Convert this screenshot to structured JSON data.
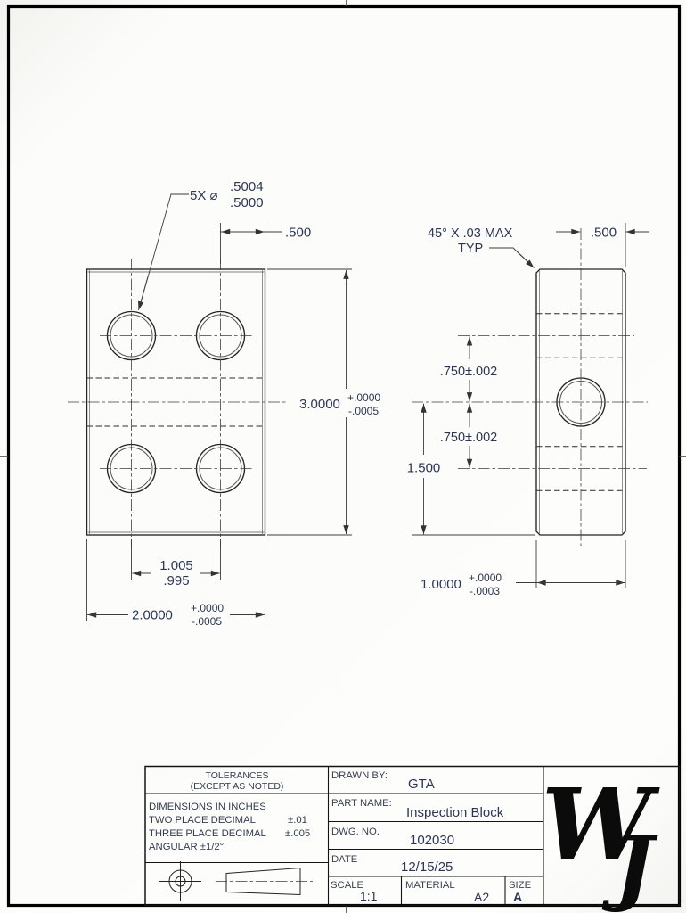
{
  "views": {
    "front": {
      "hole_callout": {
        "label": "5X ⌀",
        "upper": ".5004",
        "lower": ".5000"
      },
      "dim_edge_to_hole": ".500",
      "dim_height": {
        "value": "3.0000",
        "plus": "+.0000",
        "minus": "-.0005"
      },
      "dim_hole_spacing": {
        "upper": "1.005",
        "lower": ".995"
      },
      "dim_width": {
        "value": "2.0000",
        "plus": "+.0000",
        "minus": "-.0005"
      }
    },
    "side": {
      "chamfer_note": {
        "line1": "45° X .03 MAX",
        "line2": "TYP"
      },
      "dim_center_to_edge": ".500",
      "dim_upper_hole": ".750±.002",
      "dim_lower_hole": ".750±.002",
      "dim_center_height": "1.500",
      "dim_thickness": {
        "value": "1.0000",
        "plus": "+.0000",
        "minus": "-.0003"
      }
    }
  },
  "title_block": {
    "tolerances_header": {
      "line1": "TOLERANCES",
      "line2": "(EXCEPT AS NOTED)"
    },
    "tolerance_notes": {
      "line1": "DIMENSIONS IN INCHES",
      "line2_label": "TWO PLACE DECIMAL",
      "line2_value": "±.01",
      "line3_label": "THREE PLACE DECIMAL",
      "line3_value": "±.005",
      "line4": "ANGULAR ±1/2°"
    },
    "drawn_by": {
      "label": "DRAWN BY:",
      "value": "GTA"
    },
    "part_name": {
      "label": "PART NAME:",
      "value": "Inspection Block"
    },
    "dwg_no": {
      "label": "DWG.  NO.",
      "value": "102030"
    },
    "date": {
      "label": "DATE",
      "value": "12/15/25"
    },
    "scale": {
      "label": "SCALE",
      "value": "1:1"
    },
    "material": {
      "label": "MATERIAL",
      "value": "A2"
    },
    "size": {
      "label": "SIZE",
      "value": "A"
    },
    "logo": {
      "letter_w": "W",
      "letter_j": "J"
    }
  }
}
